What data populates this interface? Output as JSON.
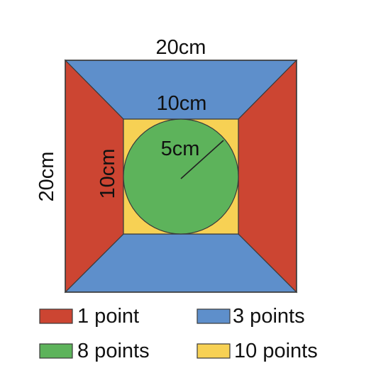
{
  "diagram": {
    "labels": {
      "outer_width": "20cm",
      "outer_height": "20cm",
      "inner_width": "10cm",
      "inner_height": "10cm",
      "radius": "5cm"
    },
    "colors": {
      "red": "#cc4532",
      "blue": "#5e8fcb",
      "green": "#5db35b",
      "yellow": "#f7d154",
      "outline": "#3a3a3a"
    }
  },
  "legend": [
    {
      "label": "1 point",
      "color": "#cc4532"
    },
    {
      "label": "3 points",
      "color": "#5e8fcb"
    },
    {
      "label": "8 points",
      "color": "#5db35b"
    },
    {
      "label": "10 points",
      "color": "#f7d154"
    }
  ]
}
